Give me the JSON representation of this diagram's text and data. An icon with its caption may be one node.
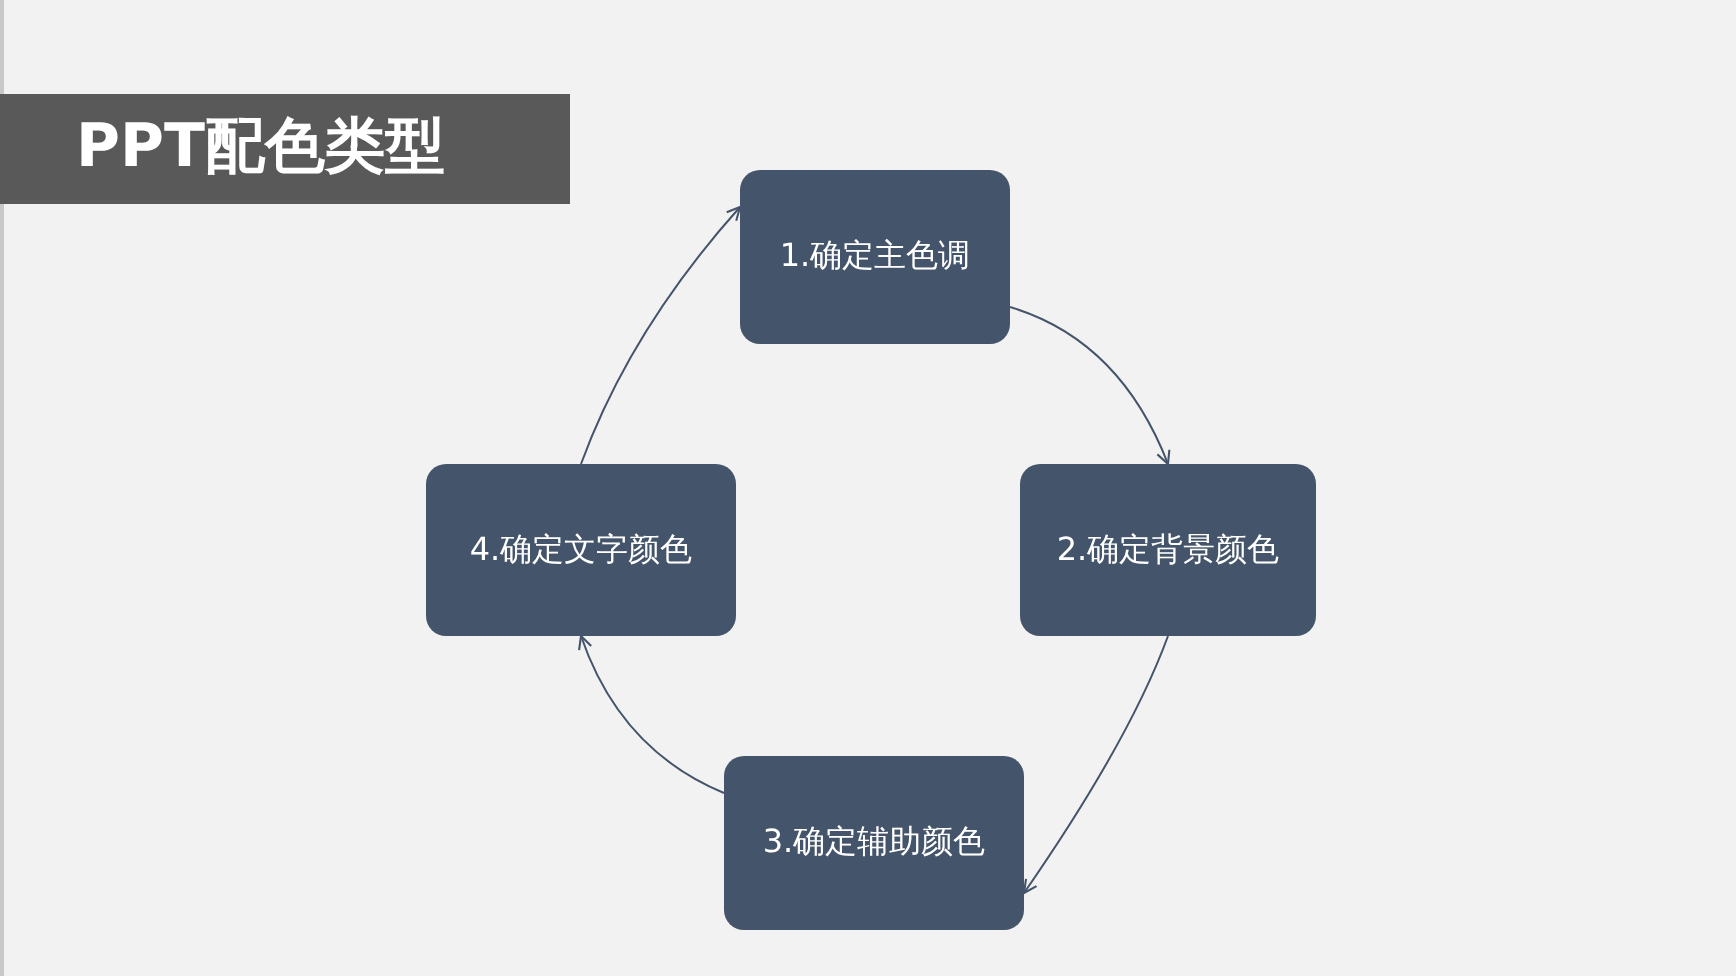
{
  "diagram": {
    "title": "PPT配色类型",
    "nodes": [
      {
        "text": [
          "1.确定主色调"
        ]
      },
      {
        "text": [
          "2.确定背景颜色"
        ]
      },
      {
        "text": [
          "3.确定辅助颜色"
        ]
      },
      {
        "text": [
          "4.确定文字颜色"
        ]
      }
    ],
    "edges": [
      {
        "from": 0,
        "to": 1,
        "arrow": "to"
      },
      {
        "from": 1,
        "to": 2,
        "arrow": "to"
      },
      {
        "from": 2,
        "to": 3,
        "arrow": "to"
      },
      {
        "from": 3,
        "to": 0,
        "arrow": "to"
      }
    ]
  }
}
